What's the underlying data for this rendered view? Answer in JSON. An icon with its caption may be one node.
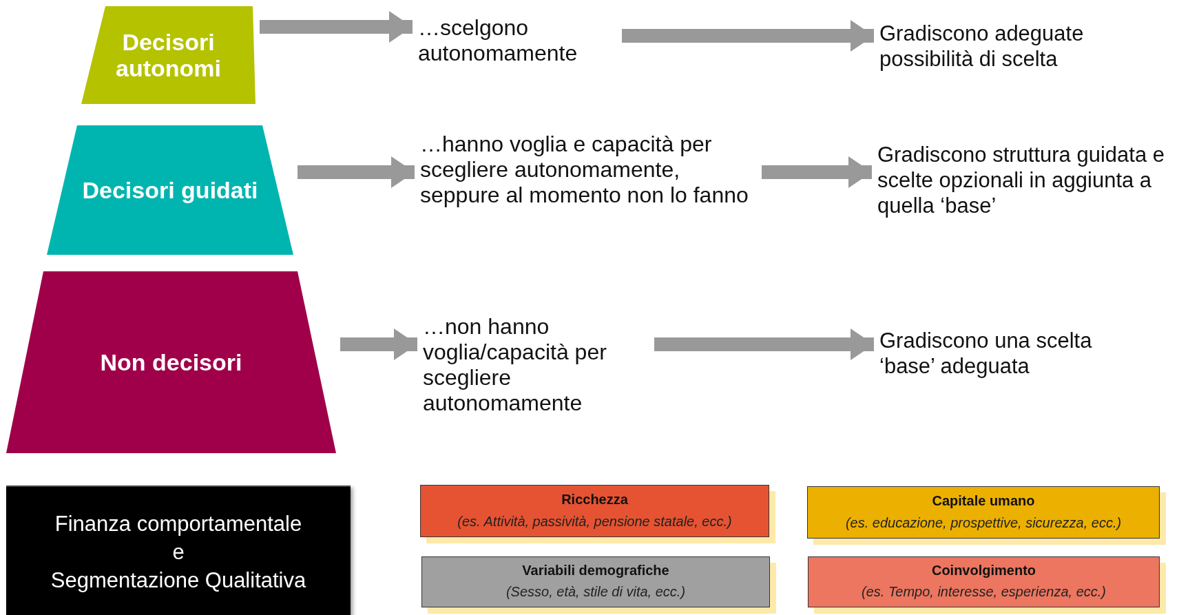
{
  "diagram": {
    "nodes": [
      {
        "text": [
          "Decisori autonomi"
        ]
      },
      {
        "text": [
          "Decisori guidati"
        ]
      },
      {
        "text": [
          "Non decisori"
        ]
      },
      {
        "text": [
          "…scelgono autonomamente"
        ]
      },
      {
        "text": [
          "…hanno voglia e capacità per scegliere autonomamente, seppure al momento non lo fanno"
        ]
      },
      {
        "text": [
          "…non hanno voglia/capacità per scegliere autonomamente"
        ]
      },
      {
        "text": [
          "Gradiscono adeguate possibilità di scelta"
        ]
      },
      {
        "text": [
          "Gradiscono struttura guidata e scelte opzionali in aggiunta a quella ‘base’"
        ]
      },
      {
        "text": [
          "Gradiscono una scelta ‘base’ adeguata"
        ]
      },
      {
        "text": [
          "Finanza comportamentale",
          "e",
          "Segmentazione Qualitativa"
        ]
      },
      {
        "text": [
          "Ricchezza",
          "(es. Attività, passività, pensione statale, ecc.)"
        ]
      },
      {
        "text": [
          "Capitale umano",
          "(es. educazione, prospettive, sicurezza, ecc.)"
        ]
      },
      {
        "text": [
          "Variabili demografiche",
          "(Sesso, età, stile di vita, ecc.)"
        ]
      },
      {
        "text": [
          "Coinvolgimento",
          "(es. Tempo, interesse, esperienza, ecc.)"
        ]
      }
    ],
    "edges": [
      {
        "from": 0,
        "to": 3,
        "arrow": "to"
      },
      {
        "from": 3,
        "to": 6,
        "arrow": "to"
      },
      {
        "from": 1,
        "to": 4,
        "arrow": "to"
      },
      {
        "from": 4,
        "to": 7,
        "arrow": "to"
      },
      {
        "from": 2,
        "to": 5,
        "arrow": "to"
      },
      {
        "from": 5,
        "to": 8,
        "arrow": "to"
      }
    ]
  }
}
